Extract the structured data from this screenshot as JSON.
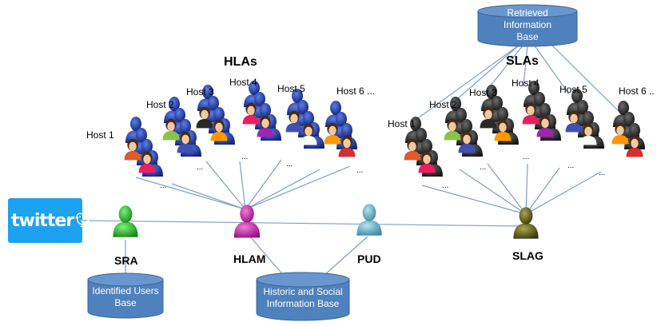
{
  "titles": {
    "hlas": "HLAs",
    "slas": "SLAs"
  },
  "hosts_left": [
    "Host 1",
    "Host 2",
    "Host 3",
    "Host 4",
    "Host 5",
    "Host 6 ..."
  ],
  "hosts_right": [
    "Host 1",
    "Host 2",
    "Host 3",
    "Host 4",
    "Host 5",
    "Host 6 .."
  ],
  "ellipsis": "...",
  "agents": {
    "sra": "SRA",
    "hlam": "HLAM",
    "pud": "PUD",
    "slag": "SLAG"
  },
  "databases": {
    "retrieved": [
      "Retrieved",
      "Information",
      "Base"
    ],
    "identified": [
      "Identified Users",
      "Base"
    ],
    "historic": [
      "Historic and Social",
      "Information Base"
    ]
  },
  "twitter": {
    "label": "twitter",
    "icon": "twitter-bird-icon"
  },
  "colors": {
    "line": "#6f93c6",
    "db_fill": "#4f81bd",
    "db_stroke": "#3a6597",
    "hlam": "#d42fb0",
    "sra": "#2fbf2f",
    "pud": "#6fb3c8",
    "slag": "#6b6a1e",
    "host_blue": "#1f3fae",
    "host_black": "#2a2a2a"
  }
}
